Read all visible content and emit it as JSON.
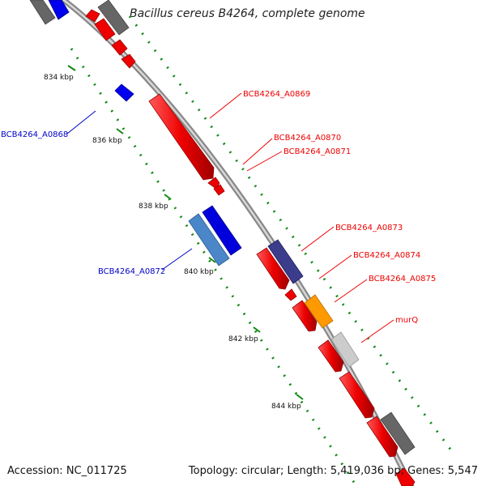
{
  "title": "Bacillus cereus B4264, complete genome",
  "footer": {
    "accession": "Accession: NC_011725",
    "summary": "Topology: circular; Length: 5,419,036 bp; Genes: 5,547"
  },
  "scale": {
    "ticks": [
      {
        "label": "834 kbp"
      },
      {
        "label": "836 kbp"
      },
      {
        "label": "838 kbp"
      },
      {
        "label": "840 kbp"
      },
      {
        "label": "842 kbp"
      },
      {
        "label": "844 kbp"
      }
    ]
  },
  "genes": [
    {
      "name": "BCB4264_A0868",
      "strand": "reverse",
      "color": "#0000ee"
    },
    {
      "name": "BCB4264_A0869",
      "strand": "forward",
      "color": "#ee0000"
    },
    {
      "name": "BCB4264_A0870",
      "strand": "forward",
      "color": "#ee0000"
    },
    {
      "name": "BCB4264_A0871",
      "strand": "forward",
      "color": "#ee0000"
    },
    {
      "name": "BCB4264_A0872",
      "strand": "reverse",
      "color": "#0000cc"
    },
    {
      "name": "BCB4264_A0873",
      "strand": "forward",
      "color": "#ee0000"
    },
    {
      "name": "BCB4264_A0874",
      "strand": "forward",
      "color": "#ee0000"
    },
    {
      "name": "BCB4264_A0875",
      "strand": "forward",
      "color": "#ee0000"
    },
    {
      "name": "murQ",
      "strand": "forward",
      "color": "#ee0000"
    }
  ],
  "colors": {
    "forward_cds": "#ee0000",
    "reverse_cds": "#0000ee",
    "light_blue_feature": "#4a86c8",
    "purple_feature": "#3c3c8c",
    "orange_feature": "#ff9900",
    "gray_feature": "#666666",
    "light_gray_feature": "#cccccc",
    "gc_dots": "#118811",
    "backbone": "#999999"
  }
}
